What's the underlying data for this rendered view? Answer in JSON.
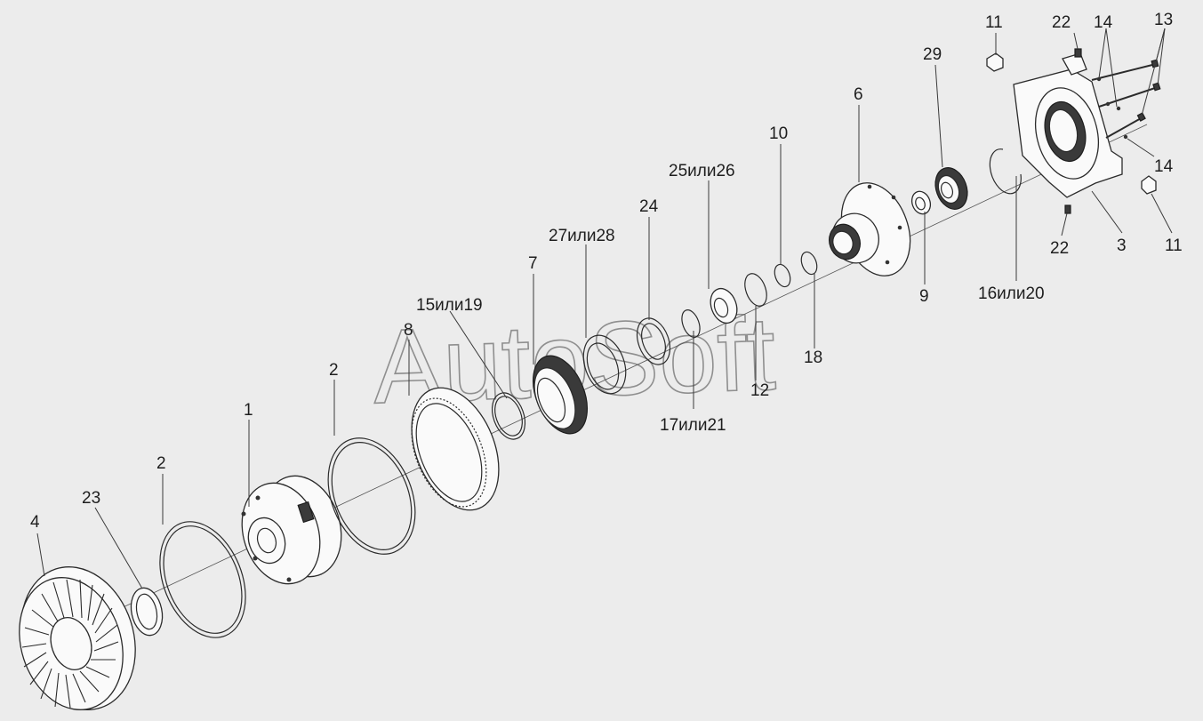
{
  "watermark": "AutoSoft",
  "callouts": [
    {
      "id": "c4",
      "text": "4"
    },
    {
      "id": "c23",
      "text": "23"
    },
    {
      "id": "c2a",
      "text": "2"
    },
    {
      "id": "c1",
      "text": "1"
    },
    {
      "id": "c2b",
      "text": "2"
    },
    {
      "id": "c8",
      "text": "8"
    },
    {
      "id": "c15",
      "text": "15или19"
    },
    {
      "id": "c7",
      "text": "7"
    },
    {
      "id": "c27",
      "text": "27или28"
    },
    {
      "id": "c24",
      "text": "24"
    },
    {
      "id": "c17",
      "text": "17или21"
    },
    {
      "id": "c25",
      "text": "25или26"
    },
    {
      "id": "c12",
      "text": "12"
    },
    {
      "id": "c10",
      "text": "10"
    },
    {
      "id": "c18",
      "text": "18"
    },
    {
      "id": "c6",
      "text": "6"
    },
    {
      "id": "c9",
      "text": "9"
    },
    {
      "id": "c29",
      "text": "29"
    },
    {
      "id": "c16",
      "text": "16или20"
    },
    {
      "id": "c11a",
      "text": "11"
    },
    {
      "id": "c22a",
      "text": "22"
    },
    {
      "id": "c14a",
      "text": "14"
    },
    {
      "id": "c13",
      "text": "13"
    },
    {
      "id": "c14b",
      "text": "14"
    },
    {
      "id": "c22b",
      "text": "22"
    },
    {
      "id": "c3",
      "text": "3"
    },
    {
      "id": "c11b",
      "text": "11"
    }
  ]
}
